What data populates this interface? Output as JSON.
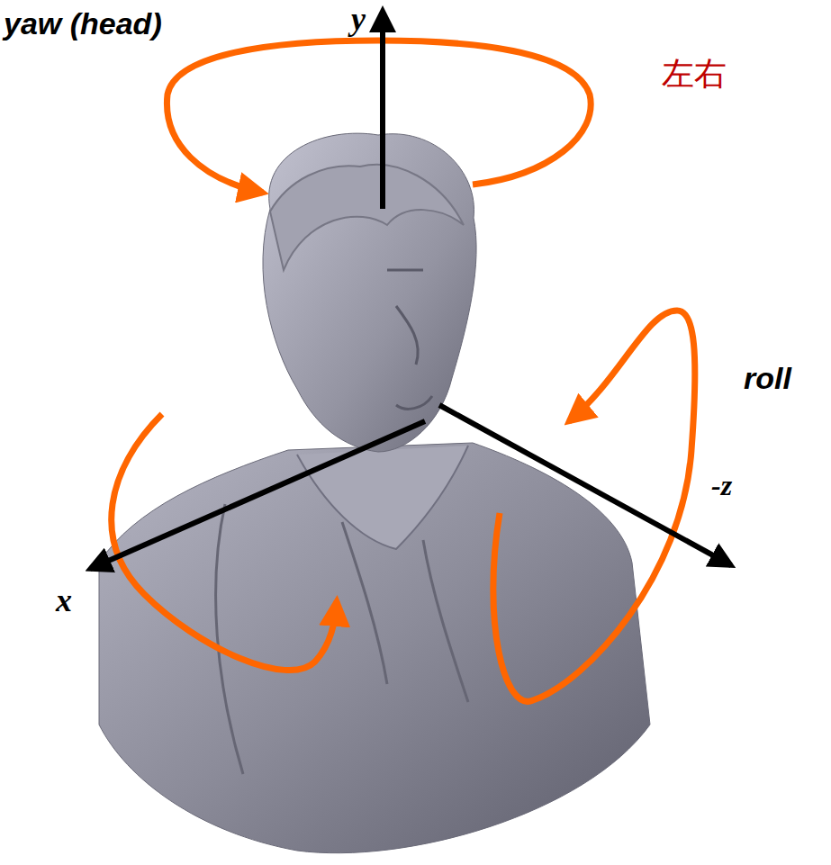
{
  "diagram": {
    "labels": [
      "yaw (head)",
      "y",
      "左右",
      "roll",
      "-z",
      "x"
    ]
  }
}
